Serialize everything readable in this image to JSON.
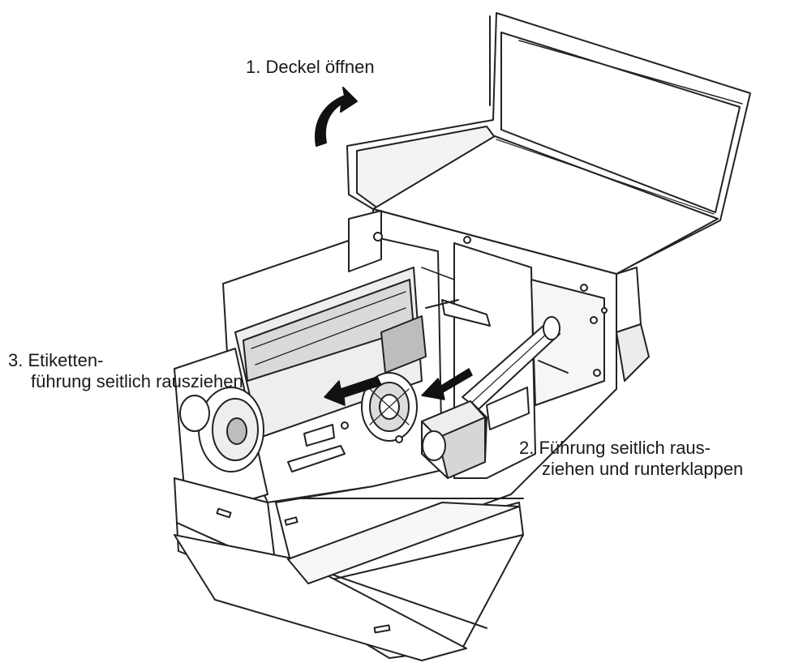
{
  "steps": {
    "step1": {
      "text": "1.  Deckel öffnen"
    },
    "step2": {
      "line1": "2. Führung seitlich raus-",
      "line2": "ziehen und runterklappen"
    },
    "step3": {
      "line1": "3. Etiketten-",
      "line2": "führung seitlich rausziehen"
    }
  },
  "colors": {
    "line": "#222222",
    "panel": "#ffffff",
    "shade": "#d9d9d9",
    "dark_shade": "#9a9a9a",
    "arrow": "#111111"
  }
}
